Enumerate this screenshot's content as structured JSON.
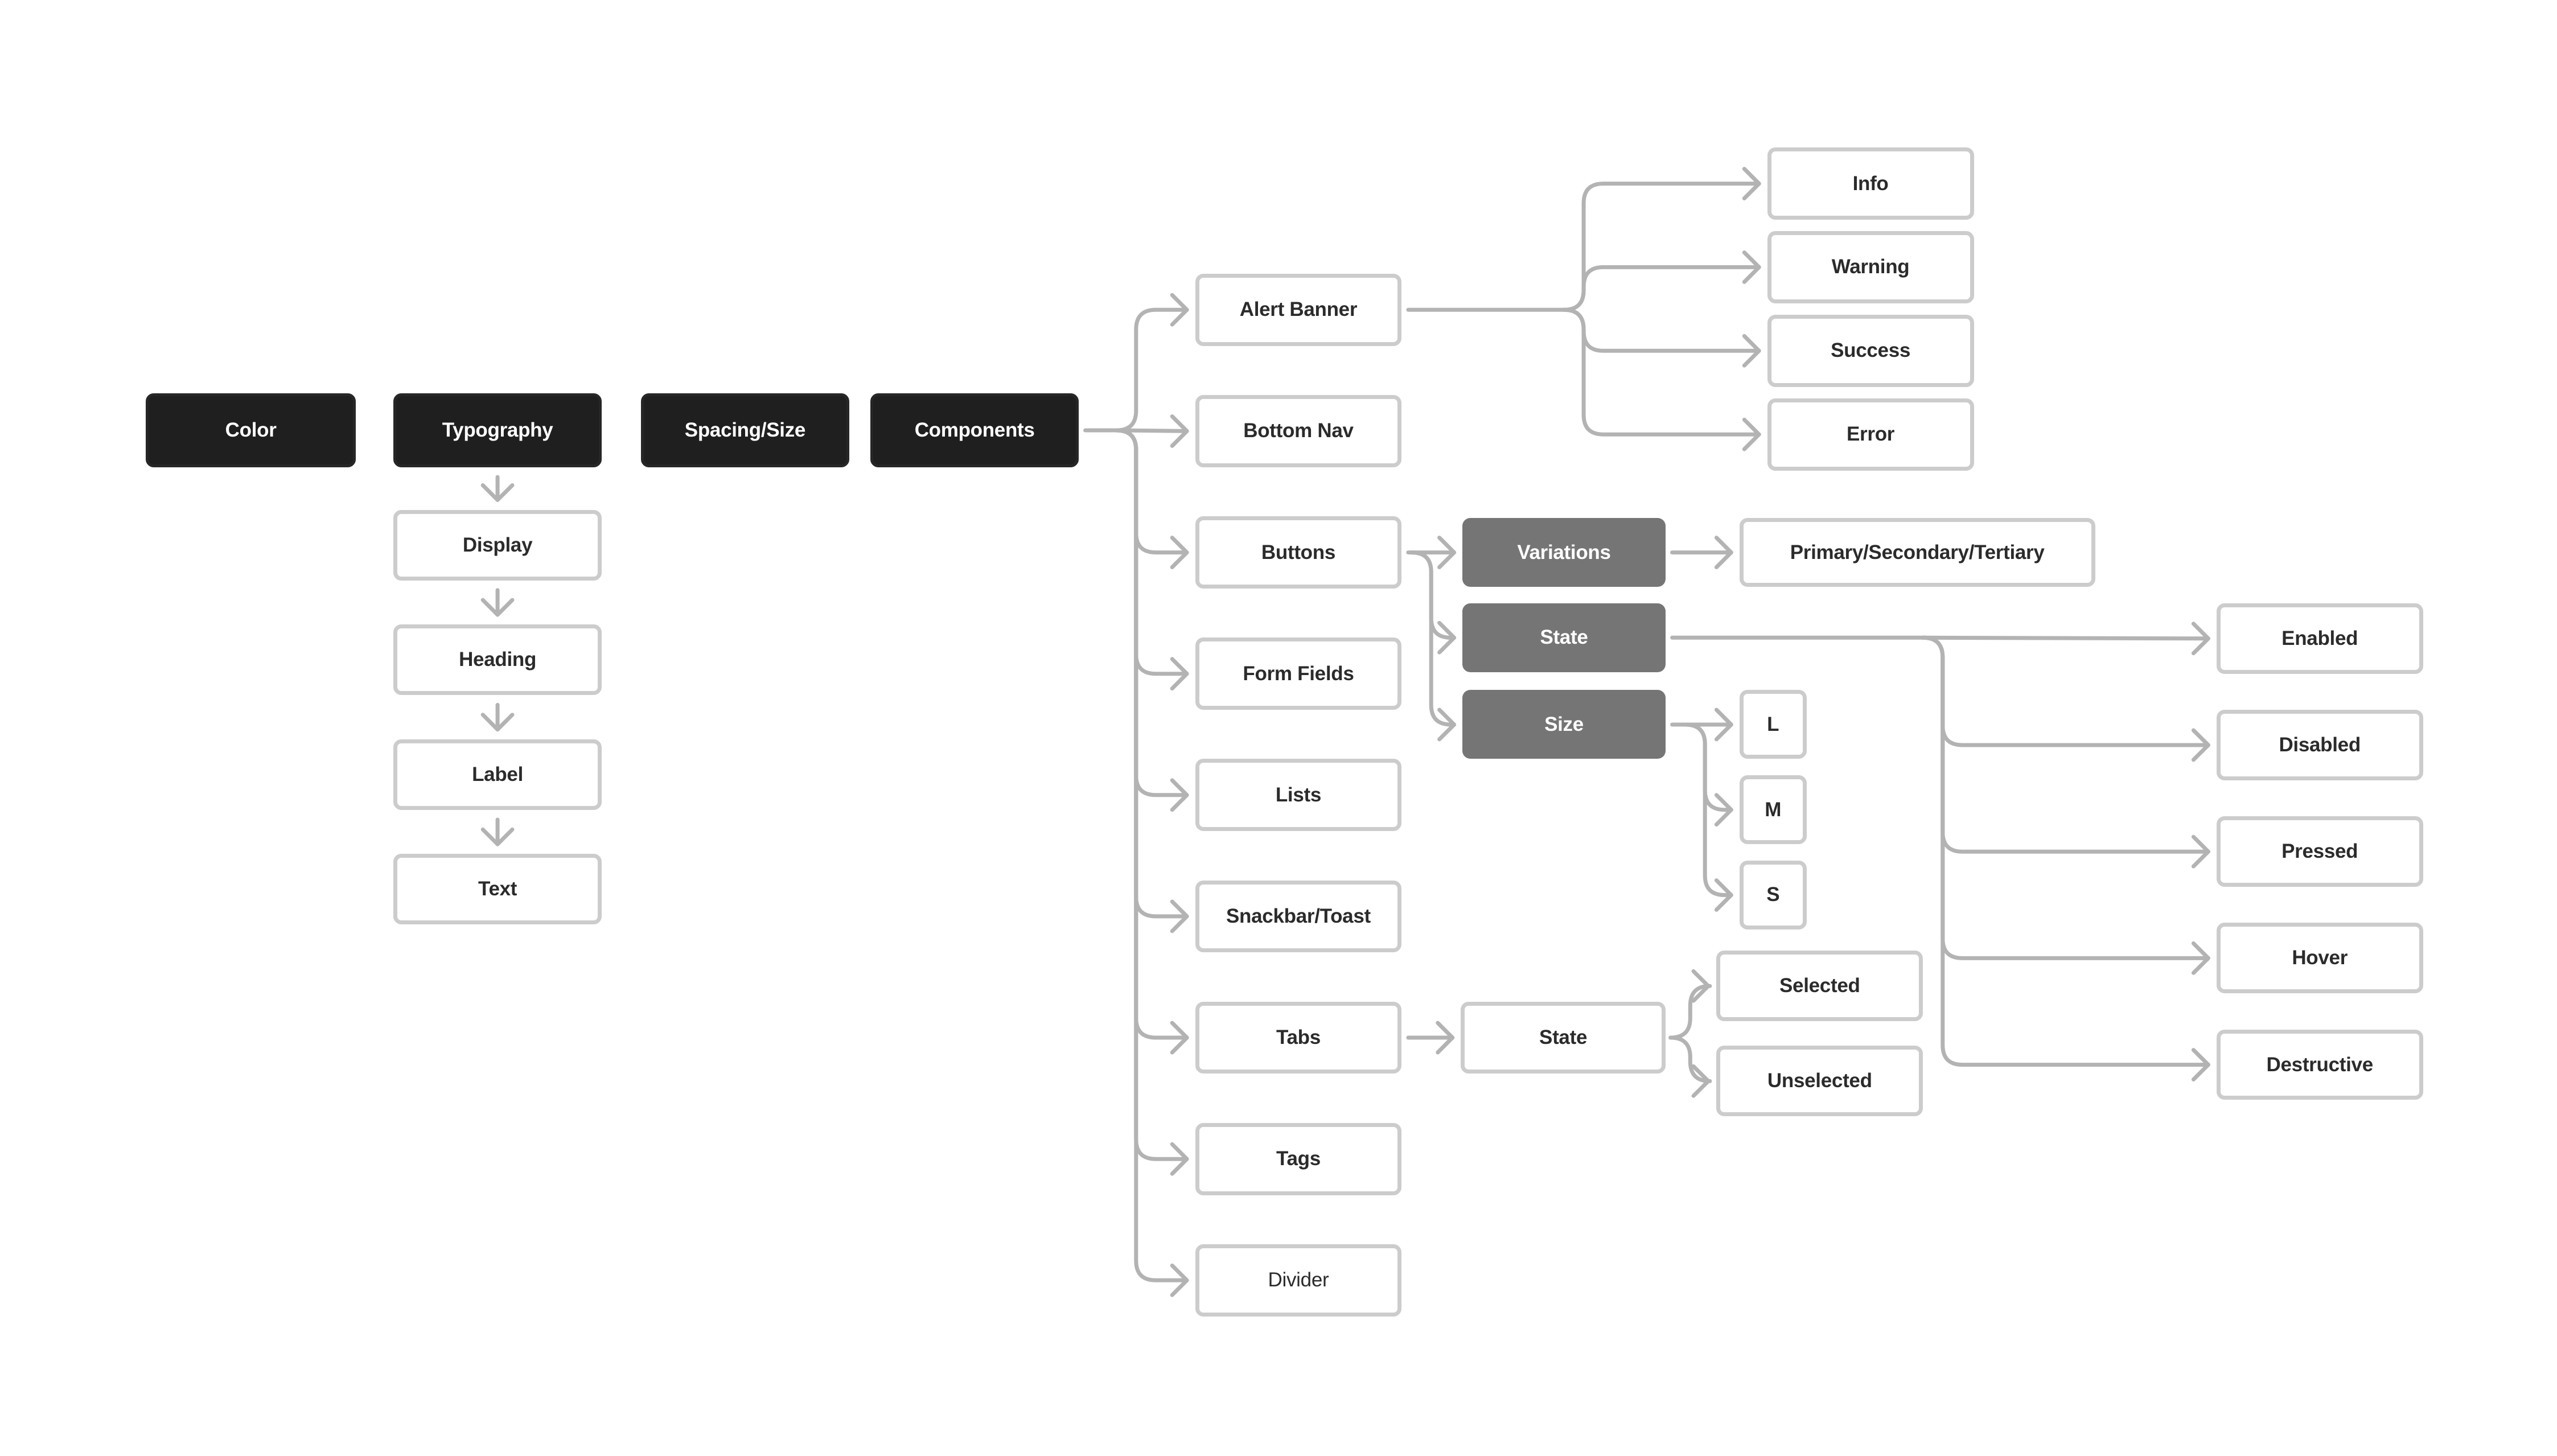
{
  "colors": {
    "background": "#ffffff",
    "primary_node_fill": "#1f1f1f",
    "secondary_node_fill": "#757575",
    "outline_node_border": "#cccccc",
    "connector": "#b3b3b3",
    "label_dark": "#2b2b2b",
    "label_light": "#ffffff"
  },
  "roots": {
    "color": "Color",
    "typography": "Typography",
    "spacing": "Spacing/Size",
    "components": "Components"
  },
  "typography": {
    "children": [
      "Display",
      "Heading",
      "Label",
      "Text"
    ]
  },
  "components": {
    "children": [
      "Alert Banner",
      "Bottom Nav",
      "Buttons",
      "Form Fields",
      "Lists",
      "Snackbar/Toast",
      "Tabs",
      "Tags",
      "Divider"
    ]
  },
  "alert_banner": {
    "children": [
      "Info",
      "Warning",
      "Success",
      "Error"
    ]
  },
  "buttons": {
    "groups": [
      "Variations",
      "State",
      "Size"
    ],
    "variations": "Primary/Secondary/Tertiary",
    "states": [
      "Enabled",
      "Disabled",
      "Pressed",
      "Hover",
      "Destructive"
    ],
    "sizes": [
      "L",
      "M",
      "S"
    ]
  },
  "tabs": {
    "group": "State",
    "states": [
      "Selected",
      "Unselected"
    ]
  }
}
